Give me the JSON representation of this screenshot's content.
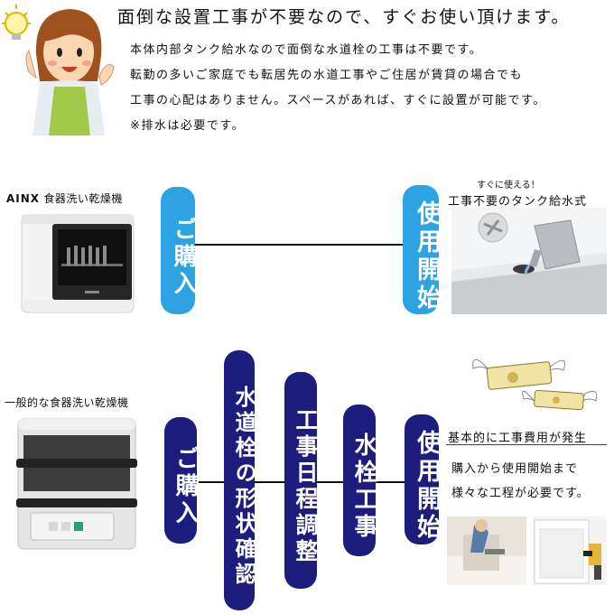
{
  "header": {
    "headline": "面倒な設置工事が不要なので、すぐお使い頂けます。",
    "lines": [
      "本体内部タンク給水なので面倒な水道栓の工事は不要です。",
      "転勤の多いご家庭でも転居先の水道工事やご住居が賃貸の場合でも",
      "工事の心配はありません。スペースがあれば、すぐに設置が可能です。",
      "※排水は必要です。"
    ]
  },
  "ainx_section": {
    "brand": "AINX",
    "product_label": "食器洗い乾燥機",
    "steps": [
      "ご購入",
      "使用開始"
    ],
    "caption_small": "すぐに使える！",
    "caption_main": "工事不要のタンク給水式"
  },
  "general_section": {
    "product_label": "一般的な食器洗い乾燥機",
    "steps": [
      "ご購入",
      "水道栓の形状確認",
      "工事日程調整",
      "水栓工事",
      "使用開始"
    ],
    "caption_title": "基本的に工事費用が発生",
    "caption_lines": [
      "購入から使用開始まで",
      "様々な工程が必要です。"
    ]
  },
  "colors": {
    "blue_pill": "#2ea3e3",
    "navy_pill": "#1c1d7d"
  }
}
